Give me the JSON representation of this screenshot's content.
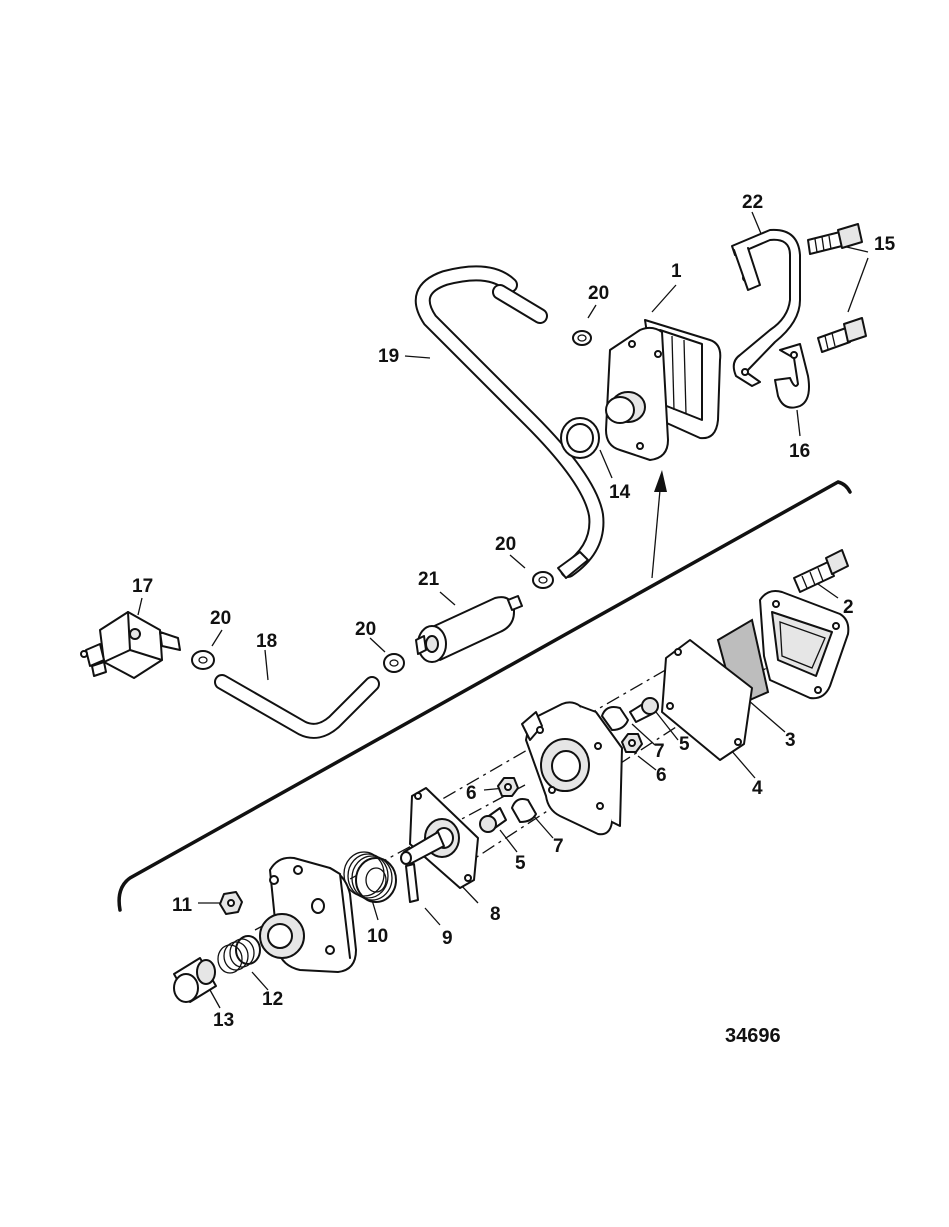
{
  "diagram": {
    "figure_number": "34696",
    "callouts": [
      {
        "id": "c1",
        "text": "1"
      },
      {
        "id": "c2",
        "text": "2"
      },
      {
        "id": "c3",
        "text": "3"
      },
      {
        "id": "c4",
        "text": "4"
      },
      {
        "id": "c5a",
        "text": "5"
      },
      {
        "id": "c5b",
        "text": "5"
      },
      {
        "id": "c6a",
        "text": "6"
      },
      {
        "id": "c6b",
        "text": "6"
      },
      {
        "id": "c7a",
        "text": "7"
      },
      {
        "id": "c7b",
        "text": "7"
      },
      {
        "id": "c8",
        "text": "8"
      },
      {
        "id": "c9",
        "text": "9"
      },
      {
        "id": "c10",
        "text": "10"
      },
      {
        "id": "c11",
        "text": "11"
      },
      {
        "id": "c12",
        "text": "12"
      },
      {
        "id": "c13",
        "text": "13"
      },
      {
        "id": "c14",
        "text": "14"
      },
      {
        "id": "c15",
        "text": "15"
      },
      {
        "id": "c16",
        "text": "16"
      },
      {
        "id": "c17",
        "text": "17"
      },
      {
        "id": "c18",
        "text": "18"
      },
      {
        "id": "c19",
        "text": "19"
      },
      {
        "id": "c20a",
        "text": "20"
      },
      {
        "id": "c20b",
        "text": "20"
      },
      {
        "id": "c20c",
        "text": "20"
      },
      {
        "id": "c20d",
        "text": "20"
      },
      {
        "id": "c21",
        "text": "21"
      },
      {
        "id": "c22",
        "text": "22"
      }
    ]
  }
}
